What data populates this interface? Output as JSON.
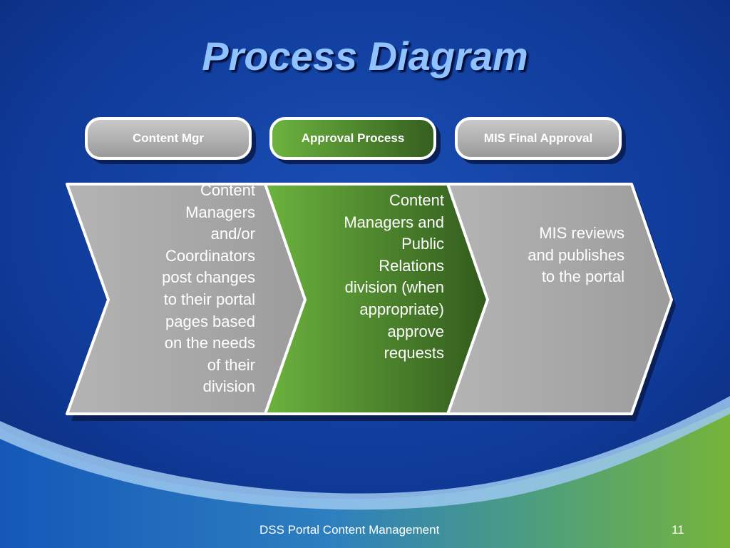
{
  "slide": {
    "title": "Process Diagram",
    "footer_text": "DSS Portal Content Management",
    "page_number": "11"
  },
  "steps": [
    {
      "label": "Content Mgr",
      "description": "Content Managers and/or Coordinators post changes to their portal pages based on the needs of their division"
    },
    {
      "label": "Approval Process",
      "description": "Content Managers and Public Relations division (when appropriate) approve requests"
    },
    {
      "label": "MIS Final Approval",
      "description": "MIS reviews and publishes to the portal"
    }
  ],
  "colors": {
    "background": "#0a2a7a",
    "title": "#8fc2ff",
    "step_grey": "#a8a8a8",
    "step_green": "#5a9a30",
    "text": "#ffffff"
  }
}
